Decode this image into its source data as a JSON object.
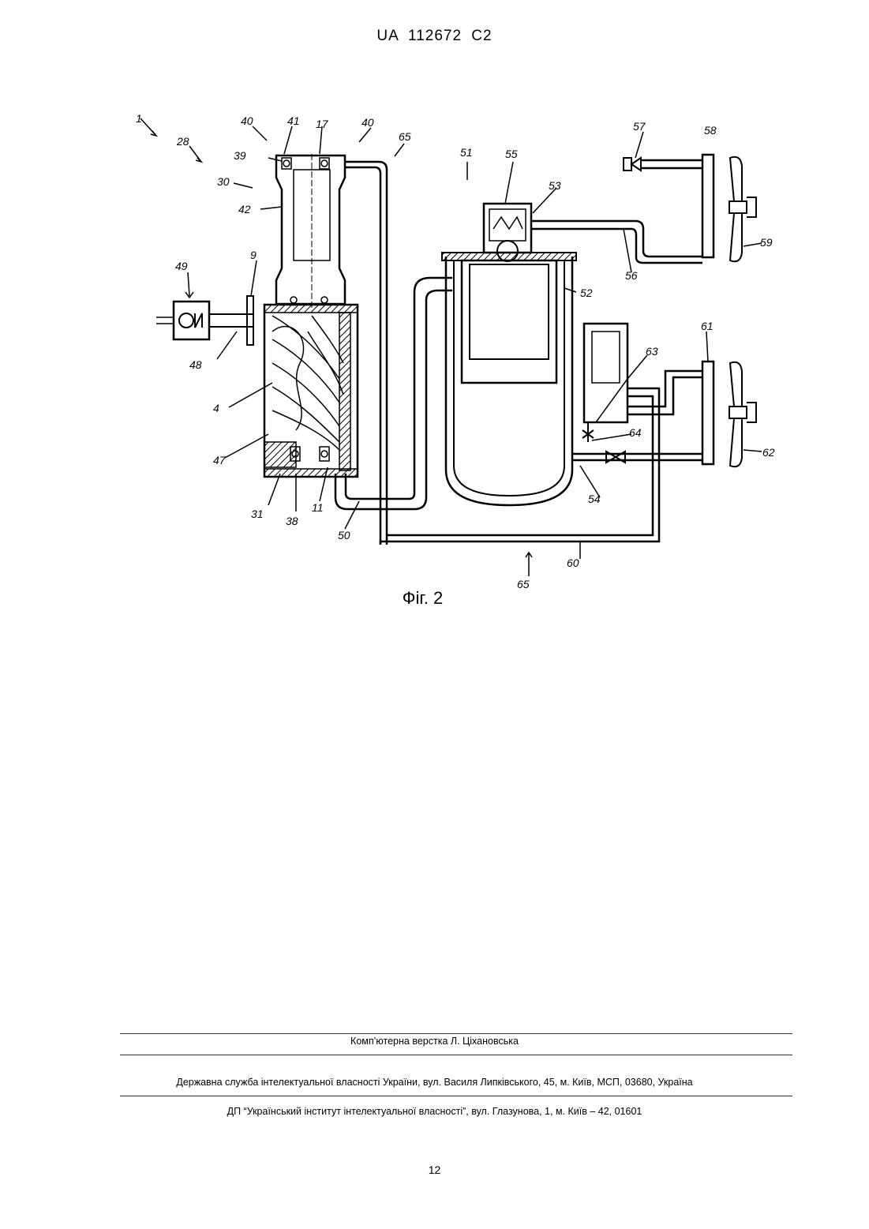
{
  "header": {
    "patent_number": "UA   112672   C2"
  },
  "figure": {
    "caption": "Фіг. 2",
    "labels": {
      "l1": "1",
      "l28": "28",
      "l30": "30",
      "l40a": "40",
      "l41": "41",
      "l17": "17",
      "l40b": "40",
      "l65a": "65",
      "l51": "51",
      "l55": "55",
      "l57": "57",
      "l58": "58",
      "l39": "39",
      "l53": "53",
      "l42": "42",
      "l59": "59",
      "l9": "9",
      "l49": "49",
      "l56": "56",
      "l52": "52",
      "l48": "48",
      "l61": "61",
      "l63": "63",
      "l4": "4",
      "l64": "64",
      "l62": "62",
      "l47": "47",
      "l54": "54",
      "l31": "31",
      "l38": "38",
      "l11": "11",
      "l50": "50",
      "l60": "60",
      "l65b": "65"
    }
  },
  "footer": {
    "layout_credit": "Комп’ютерна верстка Л. Ціхановська",
    "office": "Державна служба інтелектуальної власності України, вул. Василя Липківського, 45, м. Київ, МСП, 03680, Україна",
    "institute": "ДП “Український інститут інтелектуальної власності”, вул. Глазунова, 1, м. Київ – 42, 01601"
  },
  "page_number": "12"
}
